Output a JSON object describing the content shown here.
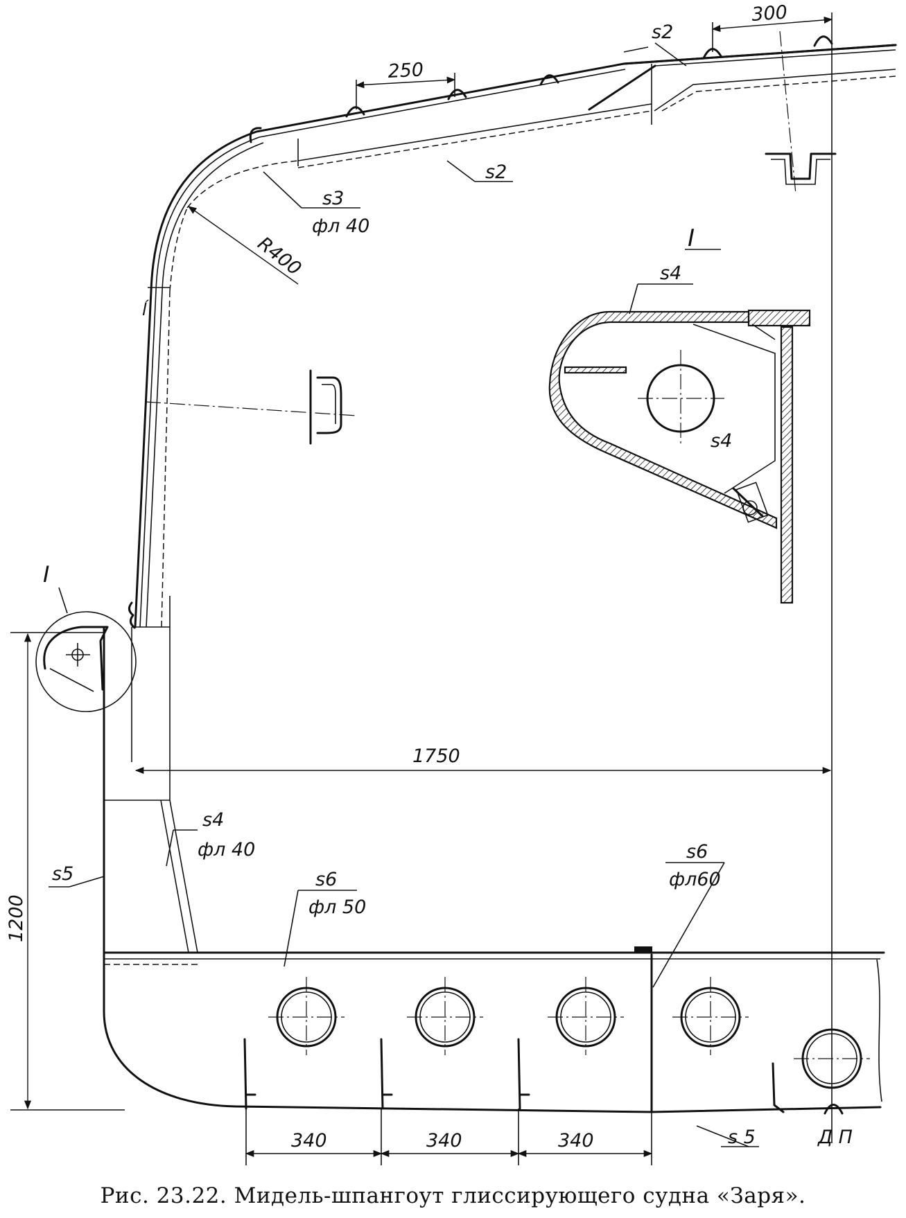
{
  "caption": "Рис. 23.22. Мидель-шпангоут глиссирующего судна «Заря».",
  "dimensions": {
    "deck_spacing_a": "250",
    "deck_spacing_b": "300",
    "half_breadth": "1750",
    "height": "1200",
    "bottom_spacing_1": "340",
    "bottom_spacing_2": "340",
    "bottom_spacing_3": "340",
    "radius": "R400"
  },
  "labels": {
    "deck_plating": "s2",
    "deck_beam": "s2",
    "bilge_bracket_s": "s3",
    "bilge_bracket_fl": "фл 40",
    "detail_mark": "I",
    "detail_title": "I",
    "detail_plating": "s4",
    "detail_bracket": "s4",
    "side_bracket_s": "s4",
    "side_bracket_fl": "фл 40",
    "side_plating": "s5",
    "floor_s": "s6",
    "floor_fl": "фл 50",
    "center_floor_s": "s6",
    "center_floor_fl": "фл60",
    "bottom_plating": "s 5",
    "centerline": "Д П",
    "minor_mark": "ĺ"
  }
}
